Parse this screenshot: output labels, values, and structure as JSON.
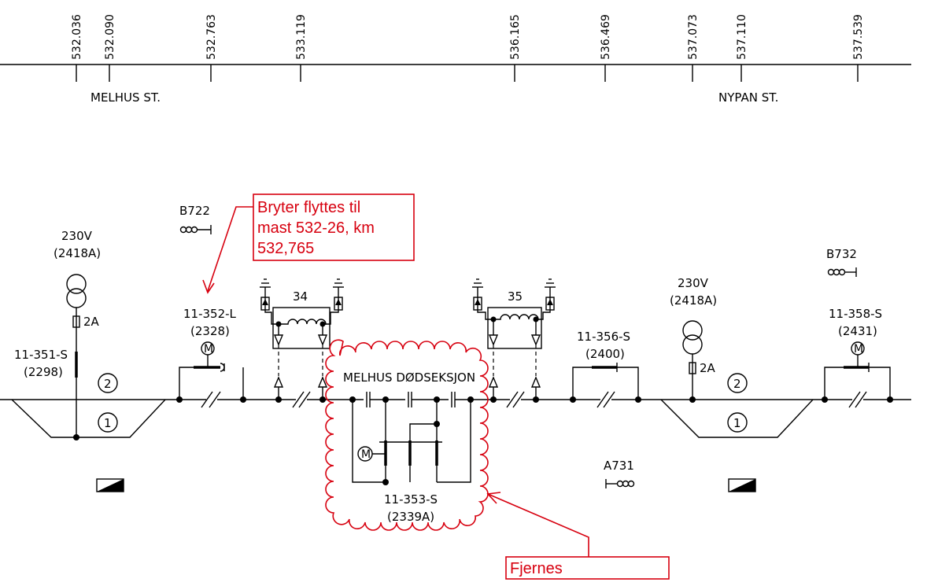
{
  "km_marks": [
    "532.036",
    "532.090",
    "532.763",
    "533.119",
    "536.165",
    "536.469",
    "537.073",
    "537.110",
    "537.539"
  ],
  "stations": {
    "left": "MELHUS ST.",
    "right": "NYPAN ST."
  },
  "left_transformer": {
    "voltage": "230V",
    "id": "(2418A)",
    "fuse": "2A"
  },
  "right_transformer": {
    "voltage": "230V",
    "id": "(2418A)",
    "fuse": "2A"
  },
  "switches": {
    "s351": {
      "name": "11-351-S",
      "id": "(2298)"
    },
    "s352": {
      "name": "11-352-L",
      "id": "(2328)"
    },
    "s356": {
      "name": "11-356-S",
      "id": "(2400)"
    },
    "s358": {
      "name": "11-358-S",
      "id": "(2431)"
    },
    "s353": {
      "name": "11-353-S",
      "id": "(2339A)"
    }
  },
  "signals": {
    "b722": "B722",
    "b732": "B732",
    "a731": "A731"
  },
  "coils": {
    "c34": "34",
    "c35": "35"
  },
  "track_numbers": {
    "left_2": "2",
    "left_1": "1",
    "right_2": "2",
    "right_1": "1"
  },
  "motor_symbol": "M",
  "dead_section": "MELHUS DØDSEKSJON",
  "annotations": {
    "move_note": [
      "Bryter flyttes til",
      "mast 532-26, km",
      "532,765"
    ],
    "remove_note": "Fjernes"
  },
  "colors": {
    "markup": "#d7000f",
    "line": "#000000"
  }
}
